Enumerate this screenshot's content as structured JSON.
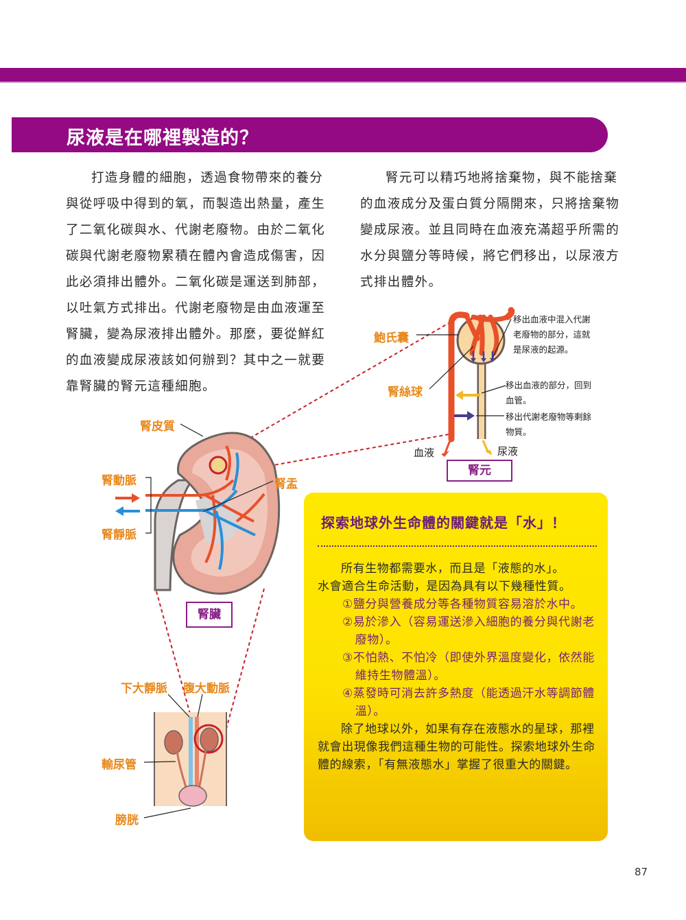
{
  "header": {
    "section_title": "尿液是在哪裡製造的？"
  },
  "body": {
    "left_paragraph": "打造身體的細胞，透過食物帶來的養分與從呼吸中得到的氧，而製造出熱量，產生了二氧化碳與水、代謝老廢物。由於二氧化碳與代謝老廢物累積在體內會造成傷害，因此必須排出體外。二氧化碳是運送到肺部，以吐氣方式排出。代謝老廢物是由血液運至腎臟，變為尿液排出體外。那麼，要從鮮紅的血液變成尿液該如何辦到？其中之一就要靠腎臟的腎元這種細胞。",
    "right_paragraph": "腎元可以精巧地將捨棄物，與不能捨棄的血液成分及蛋白質分隔開來，只將捨棄物變成尿液。並且同時在血液充滿超乎所需的水分與鹽分等時候，將它們移出，以尿液方式排出體外。"
  },
  "nephron_diagram": {
    "label_bowman": "鮑氏囊",
    "label_glomerulus": "腎絲球",
    "note_1": [
      "移出血液中混入代謝",
      "老廢物的部分，這就",
      "是尿液的起源。"
    ],
    "note_2": [
      "移出血液的部分，回到",
      "血管。"
    ],
    "note_3": [
      "移出代謝老廢物等剩餘",
      "物質。"
    ],
    "label_blood": "血液",
    "label_urine": "尿液",
    "caption": "腎元"
  },
  "kidney_diagram": {
    "label_cortex": "腎皮質",
    "label_artery": "腎動脈",
    "label_vein": "腎靜脈",
    "label_pelvis": "腎盂",
    "caption": "腎臟"
  },
  "body_diagram": {
    "label_ivc": "下大靜脈",
    "label_aorta": "腹大動脈",
    "label_ureter": "輸尿管",
    "label_bladder": "膀胱"
  },
  "sidebar_box": {
    "title": "探索地球外生命體的關鍵就是「水」！",
    "intro_line_1": "所有生物都需要水，而且是「液態的水」。",
    "intro_line_2": "水會適合生命活動，是因為具有以下幾種性質。",
    "items": [
      "①鹽分與營養成分等各種物質容易溶於水中。",
      "②易於滲入（容易運送滲入細胞的養分與代謝老廢物）。",
      "③不怕熱、不怕冷（即使外界溫度變化，依然能維持生物體溫）。",
      "④蒸發時可消去許多熱度（能透過汗水等調節體溫）。"
    ],
    "conclusion": "除了地球以外，如果有存在液態水的星球，那裡就會出現像我們這種生物的可能性。探索地球外生命體的線索，「有無液態水」掌握了很重大的關鍵。"
  },
  "footer": {
    "page_number": "87"
  },
  "colors": {
    "brand_purple": "#930a83",
    "label_orange": "#e8891c",
    "box_yellow": "#ffe800",
    "box_yellow_bottom": "#f0bd00",
    "artery_red": "#e8502a",
    "vein_blue": "#2a8fd6"
  }
}
